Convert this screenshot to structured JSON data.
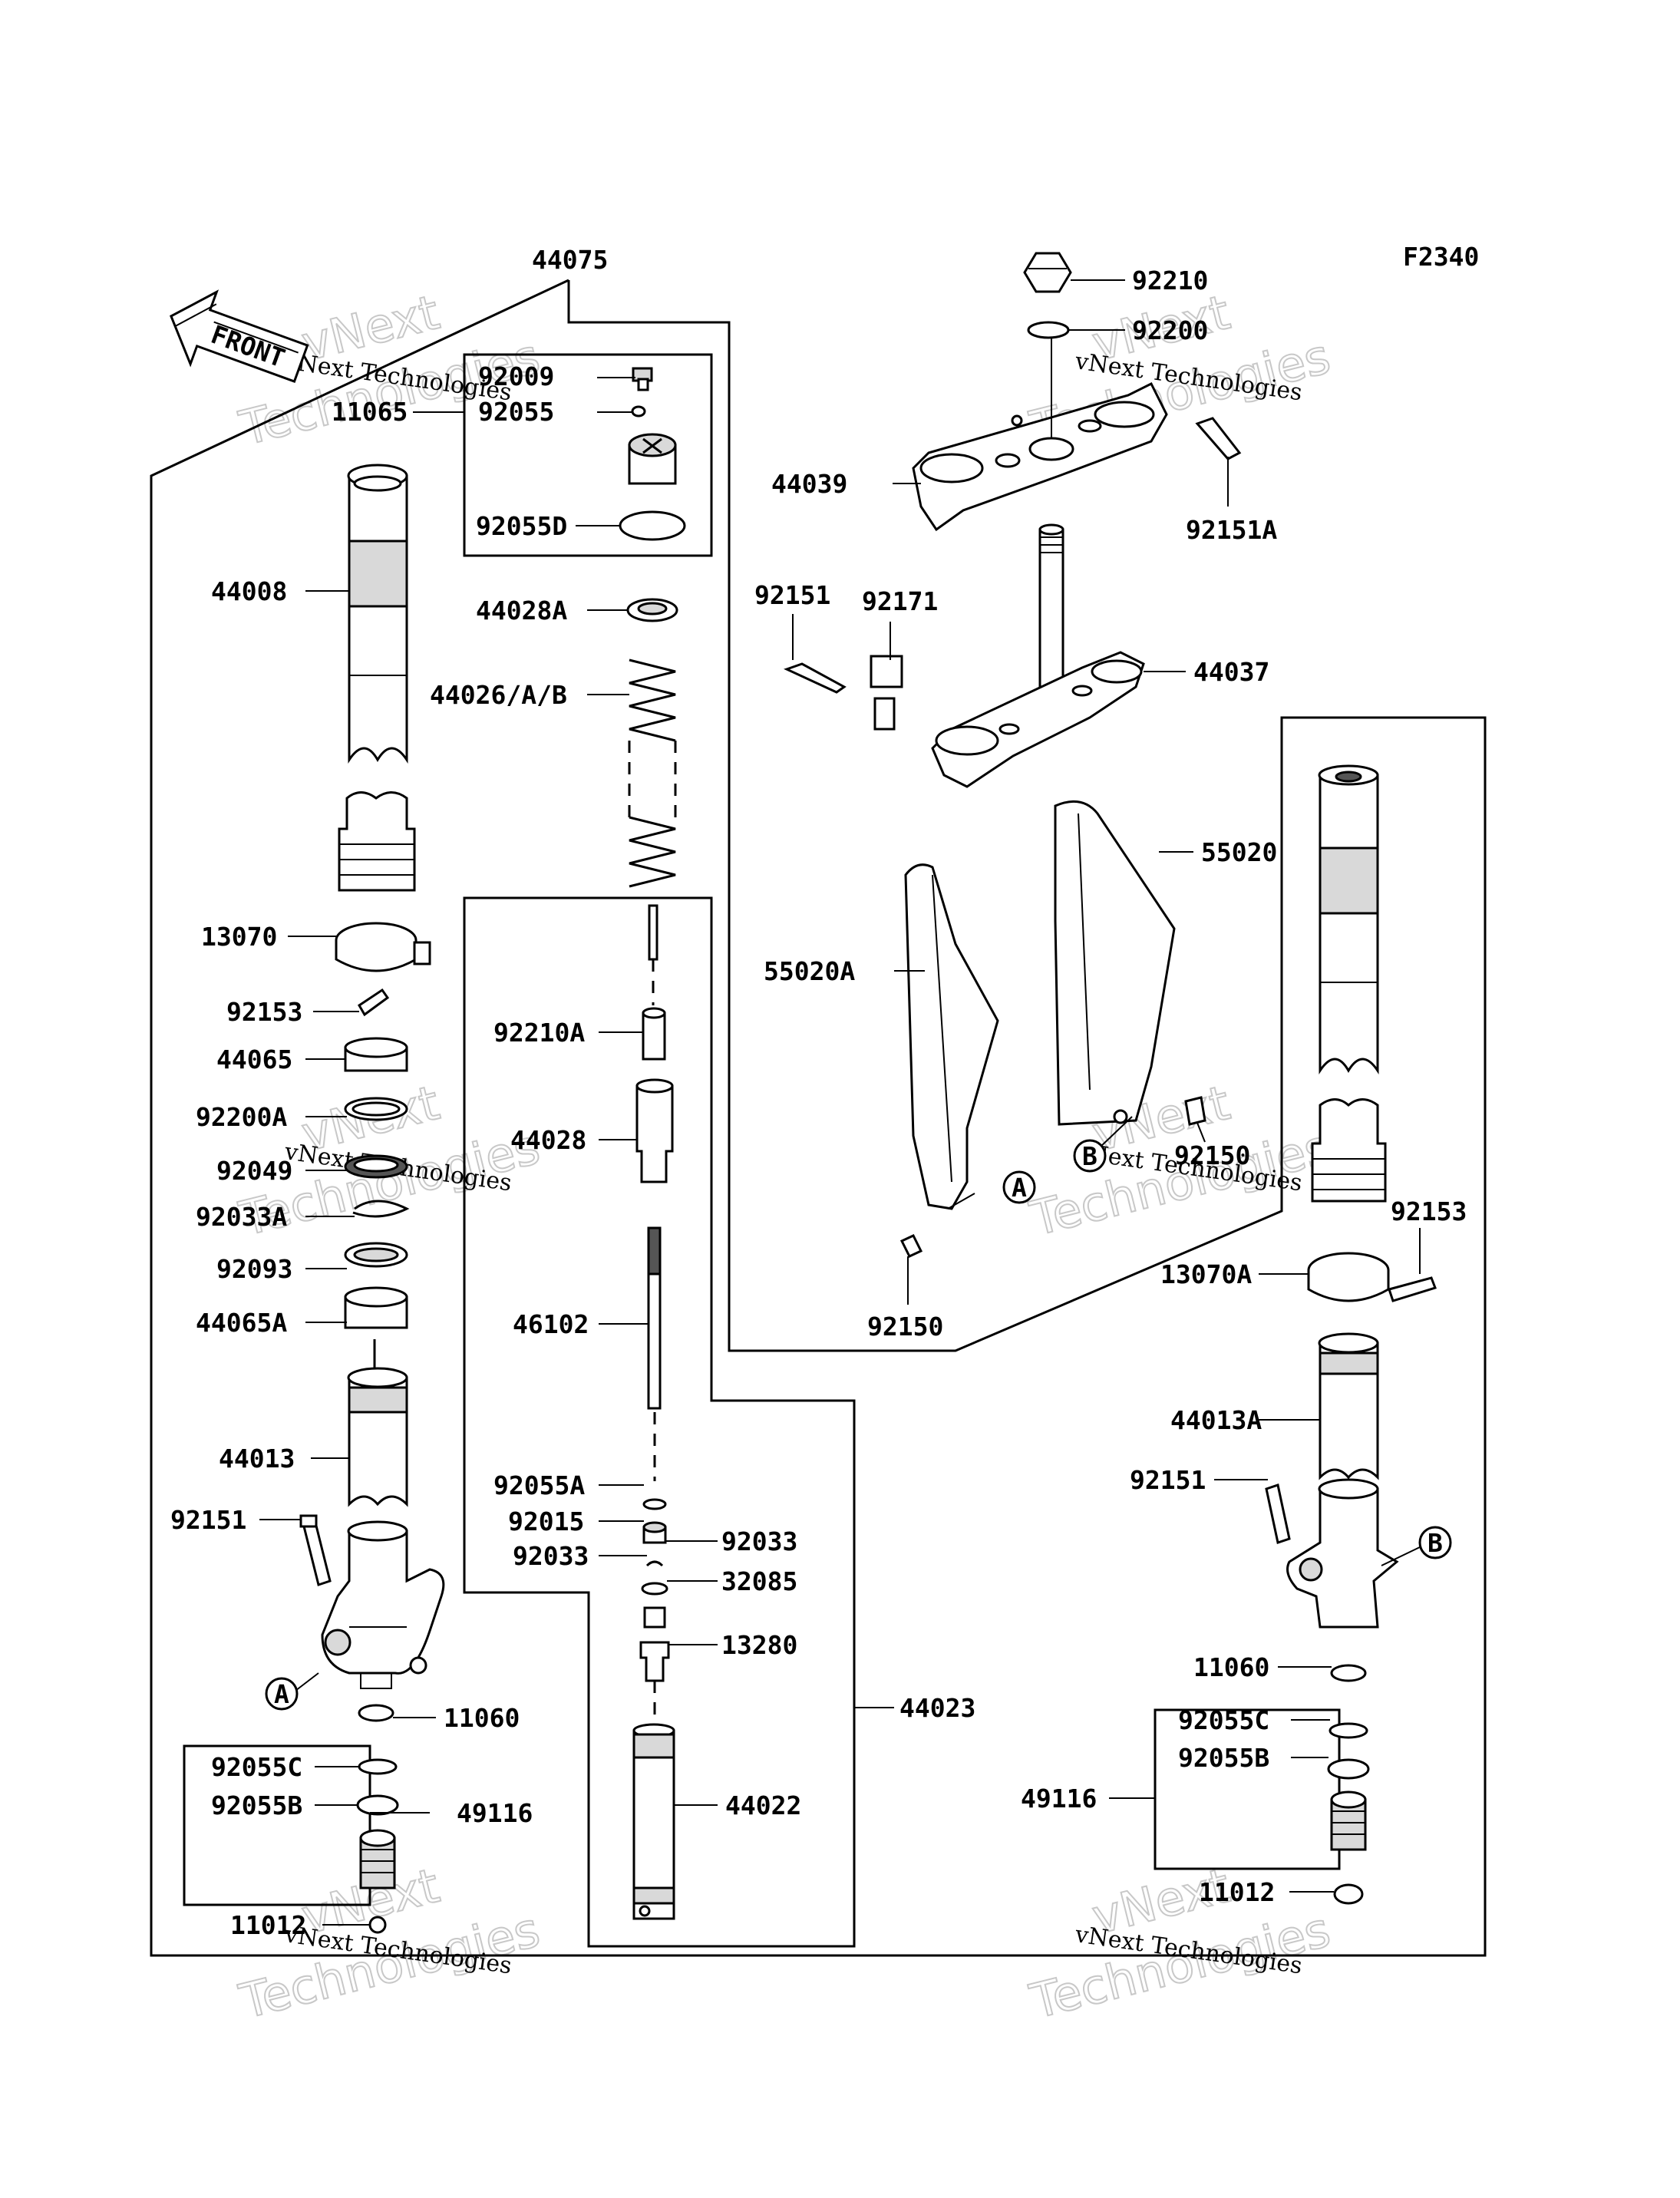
{
  "diagram_code": "F2340",
  "front_label": "FRONT",
  "watermark": {
    "primary": "vNext Technologies",
    "line1": "vNext",
    "line2": "Technologies"
  },
  "labels": {
    "p44075": "44075",
    "p92009": "92009",
    "p11065": "11065",
    "p92055": "92055",
    "p92055D": "92055D",
    "p44008": "44008",
    "p44028A": "44028A",
    "p44026": "44026/A/B",
    "p13070": "13070",
    "p92153L": "92153",
    "p44065": "44065",
    "p92200A": "92200A",
    "p92049": "92049",
    "p92033A": "92033A",
    "p92093": "92093",
    "p44065A": "44065A",
    "p44013": "44013",
    "p92151L": "92151",
    "p11060L": "11060",
    "p92055CL": "92055C",
    "p92055BL": "92055B",
    "p49116L": "49116",
    "p11012L": "11012",
    "p92210A": "92210A",
    "p44028": "44028",
    "p46102": "46102",
    "p92055A": "92055A",
    "p92015": "92015",
    "p92033a": "92033",
    "p92033b": "92033",
    "p32085": "32085",
    "p13280": "13280",
    "p44023": "44023",
    "p44022": "44022",
    "p92210": "92210",
    "p92200": "92200",
    "p44039": "44039",
    "p92151A": "92151A",
    "p92151M": "92151",
    "p92171": "92171",
    "p44037": "44037",
    "p55020": "55020",
    "p55020A": "55020A",
    "p92150a": "92150",
    "p92150b": "92150",
    "p92153R": "92153",
    "p13070A": "13070A",
    "p44013A": "44013A",
    "p92151R": "92151",
    "p11060R": "11060",
    "p92055CR": "92055C",
    "p92055BR": "92055B",
    "p49116R": "49116",
    "p11012R": "11012"
  },
  "callouts": {
    "a1": "A",
    "a2": "A",
    "b1": "B",
    "b2": "B"
  }
}
